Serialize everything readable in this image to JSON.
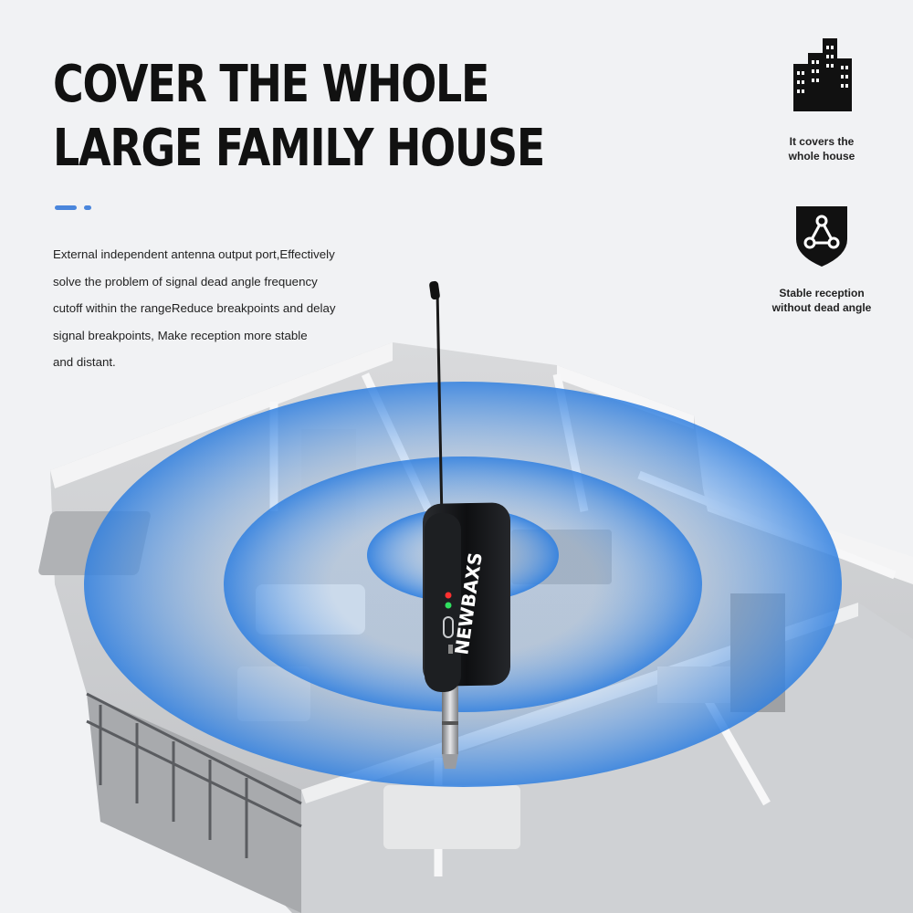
{
  "headline": {
    "line1": "COVER THE WHOLE",
    "line2": "LARGE FAMILY HOUSE"
  },
  "description": {
    "lines": [
      "External independent antenna output port,Effectively",
      "solve the problem of signal dead angle frequency",
      "cutoff within the rangeReduce breakpoints and delay",
      "signal breakpoints, Make reception more stable",
      "and distant."
    ]
  },
  "features": [
    {
      "icon": "buildings-icon",
      "label_line1": "It covers the",
      "label_line2": "whole house"
    },
    {
      "icon": "shield-network-icon",
      "label_line1": "Stable reception",
      "label_line2": "without dead angle"
    }
  ],
  "device": {
    "brand": "NEWBAXS"
  },
  "colors": {
    "accent": "#4a86dc",
    "signal_blue": "#3f8ee6",
    "text": "#111111"
  }
}
